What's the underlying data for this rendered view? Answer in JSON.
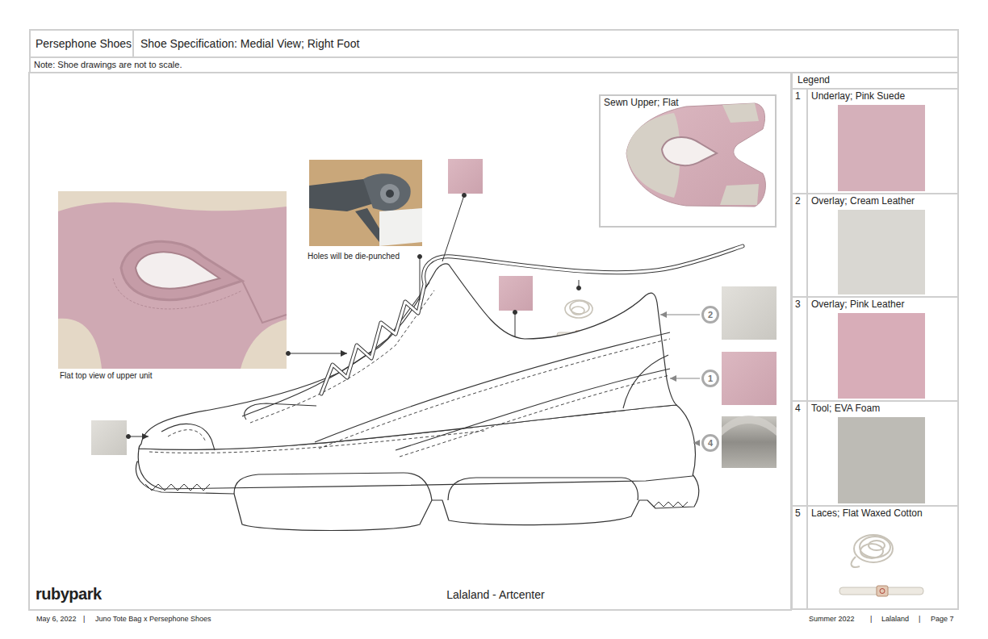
{
  "diagram": {
    "nodes": [
      {
        "text": [
          "Persephone Shoes"
        ]
      },
      {
        "text": [
          "Shoe Specification: Medial View; Right Foot"
        ]
      },
      {
        "text": [
          "Note: Shoe drawings are not to scale."
        ]
      },
      {
        "text": [
          "Sewn Upper; Flat"
        ]
      },
      {
        "text": [
          "Holes will be die-punched"
        ]
      },
      {
        "text": [
          "Flat top view of upper unit"
        ]
      },
      {
        "text": [
          "2"
        ]
      },
      {
        "text": [
          "1"
        ]
      },
      {
        "text": [
          "4"
        ]
      },
      {
        "text": [
          "Legend"
        ]
      }
    ],
    "labels": [
      "1",
      "2",
      "3",
      "4",
      "5",
      "Lalaland - Artcenter",
      "rubypark",
      "May 6, 2022",
      "|",
      "Juno Tote Bag x Persephone Shoes",
      "Summer 2022",
      "|",
      "Lalaland",
      "|",
      "Page 7"
    ],
    "legend": [
      {
        "text": "Underlay; Pink Suede",
        "color": "#d5b0ba"
      },
      {
        "text": "Overlay; Cream Leather",
        "color": "#d9d7d2"
      },
      {
        "text": "Overlay; Pink Leather",
        "color": "#d8adb8"
      },
      {
        "text": "Tool; EVA Foam",
        "color": "#bdbbb5"
      },
      {
        "text": "Laces; Flat Waxed Cotton"
      }
    ]
  }
}
